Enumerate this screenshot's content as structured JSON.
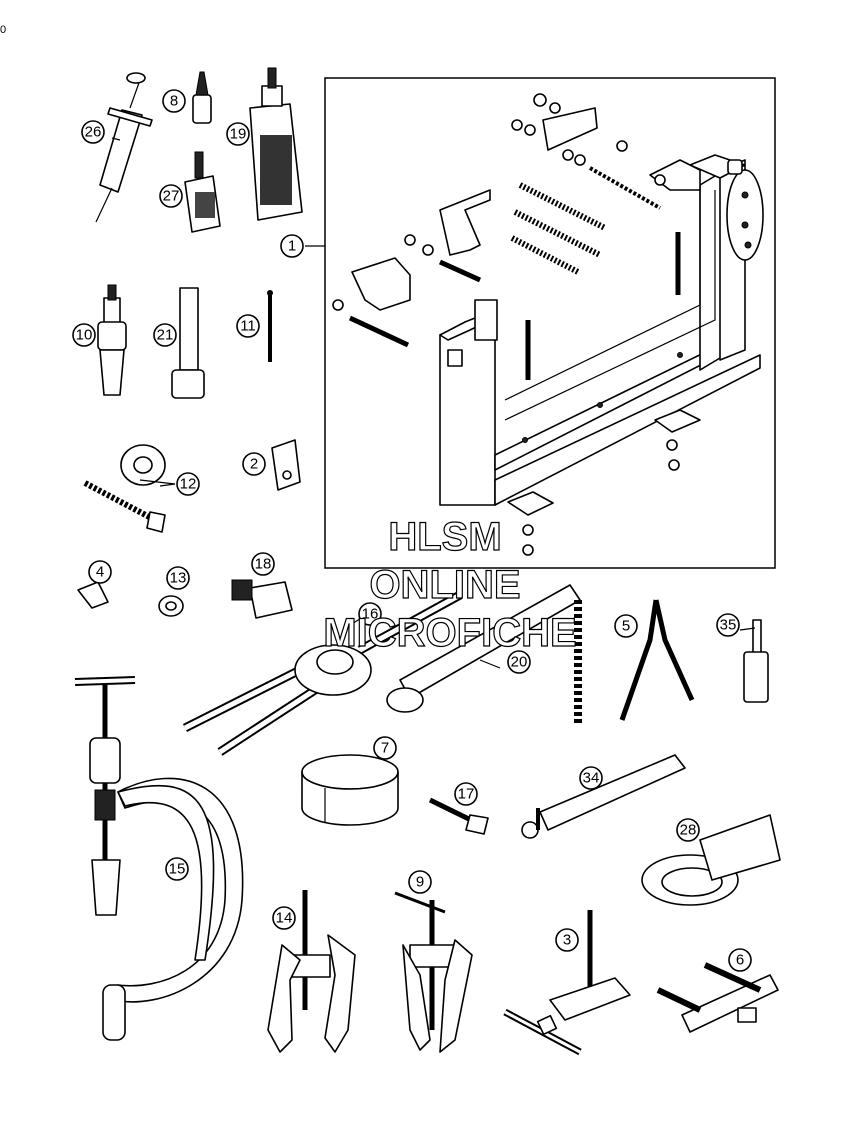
{
  "page_marker": "0",
  "watermark": [
    "HLSM",
    "ONLINE",
    "MICROFICHE"
  ],
  "callouts": [
    "1",
    "2",
    "3",
    "4",
    "5",
    "6",
    "7",
    "8",
    "9",
    "10",
    "11",
    "12",
    "13",
    "14",
    "15",
    "16",
    "17",
    "18",
    "19",
    "20",
    "21",
    "26",
    "27",
    "28",
    "34",
    "35"
  ]
}
